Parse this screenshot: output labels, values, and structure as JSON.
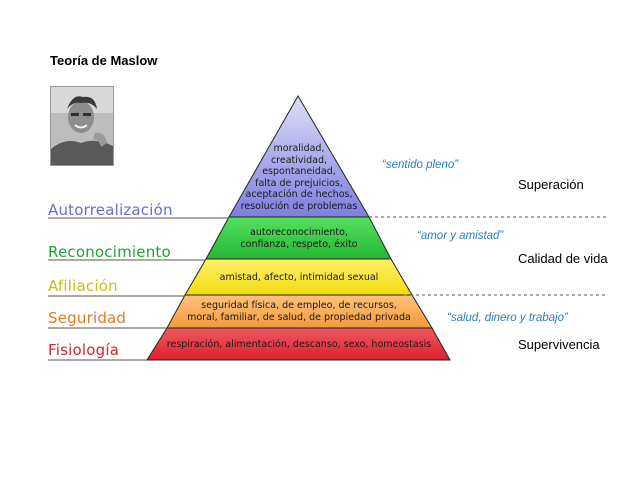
{
  "title": "Teoría de Maslow",
  "photo": {
    "subject": "portrait"
  },
  "levels": [
    {
      "label": "Autorrealización",
      "color": "#6b6bd6",
      "text_lines": [
        "moralidad,",
        "creatividad,",
        "espontaneidad,",
        "falta de prejuicios,",
        "aceptación de hechos,",
        "resolución de problemas"
      ]
    },
    {
      "label": "Reconocimiento",
      "color": "#1fa52e",
      "text_lines": [
        "autoreconocimiento,",
        "confianza, respeto, éxito"
      ]
    },
    {
      "label": "Afiliación",
      "color": "#c6c01a",
      "text_lines": [
        "amistad, afecto, intimidad sexual"
      ]
    },
    {
      "label": "Seguridad",
      "color": "#e67a1a",
      "text_lines": [
        "seguridad física, de empleo, de recursos,",
        "moral, familiar, de salud, de propiedad privada"
      ]
    },
    {
      "label": "Fisiología",
      "color": "#d7232f",
      "text_lines": [
        "respiración, alimentación, descanso, sexo, homeostasis"
      ]
    }
  ],
  "quotes": {
    "q1": "“sentido pleno”",
    "q2": "“amor y amistad”",
    "q3": "“salud, dinero y trabajo”"
  },
  "zones": {
    "z1": "Superación",
    "z2": "Calidad de vida",
    "z3": "Supervivencia"
  },
  "colors": {
    "tier_top": "#8f8fe6",
    "tier_recognition": "#2ecc40",
    "tier_affiliation": "#f3e21a",
    "tier_security": "#f7a34a",
    "tier_physiology": "#e8303a",
    "quote": "#2a7fc0",
    "divider": "#555555"
  }
}
